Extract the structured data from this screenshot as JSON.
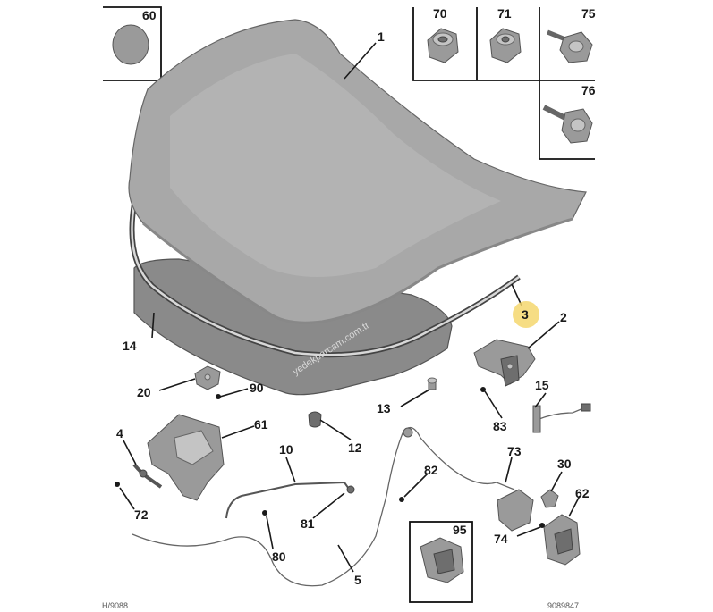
{
  "callouts": {
    "c1": "1",
    "c2": "2",
    "c3": "3",
    "c4": "4",
    "c5": "5",
    "c10": "10",
    "c12": "12",
    "c13": "13",
    "c14": "14",
    "c15": "15",
    "c20": "20",
    "c30": "30",
    "c60": "60",
    "c61": "61",
    "c62": "62",
    "c70": "70",
    "c71": "71",
    "c72": "72",
    "c73": "73",
    "c74": "74",
    "c75": "75",
    "c76": "76",
    "c80": "80",
    "c81": "81",
    "c82": "82",
    "c83": "83",
    "c90": "90",
    "c95": "95"
  },
  "watermark": "yedekparcam.com.tr",
  "footer": {
    "left": "H/9088",
    "right": "9089847"
  },
  "colors": {
    "highlight": "#f5d76e",
    "hood": "#a8a8a8",
    "liner": "#8a8a8a"
  }
}
